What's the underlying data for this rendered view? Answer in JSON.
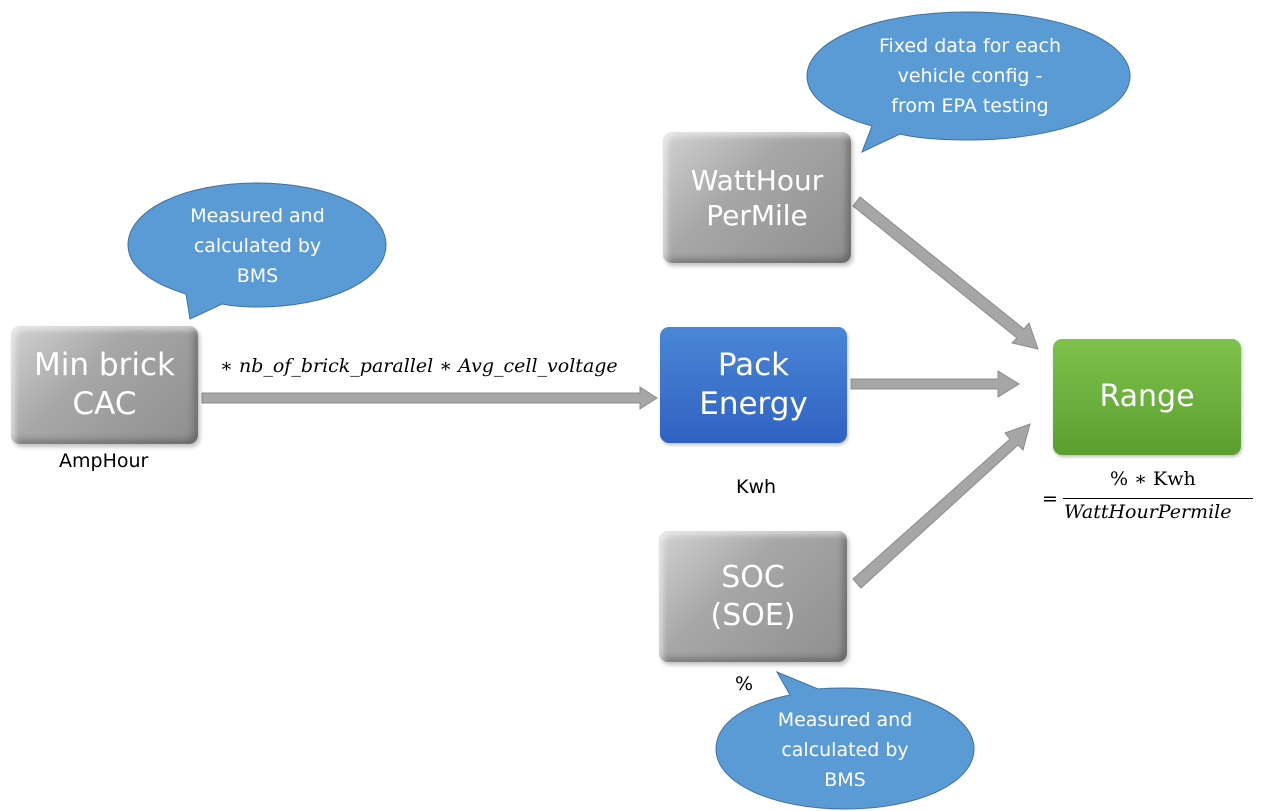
{
  "nodes": {
    "min_brick": {
      "label": "Min brick\nCAC",
      "unit": "AmpHour"
    },
    "pack_energy": {
      "label": "Pack\nEnergy",
      "unit": "Kwh"
    },
    "watthour": {
      "label": "WattHour\nPerMile"
    },
    "soc": {
      "label": "SOC\n(SOE)",
      "unit": "%"
    },
    "range": {
      "label": "Range"
    }
  },
  "edges": {
    "min_to_pack_formula": "∗ nb_of_brick_parallel ∗ Avg_cell_voltage"
  },
  "range_formula": {
    "equals": "=",
    "numerator": "%  ∗ Kwh",
    "denominator": "WattHourPermile"
  },
  "callouts": {
    "top": "Fixed data for each\nvehicle config -\nfrom EPA testing",
    "left": "Measured and\ncalculated by\nBMS",
    "bottom": "Measured and\ncalculated by\nBMS"
  },
  "colors": {
    "gray_box": "#a7a7a7",
    "blue_box": "#3a6fcd",
    "green_box": "#6db33f",
    "callout": "#5b9bd5",
    "arrow": "#a6a6a6"
  }
}
